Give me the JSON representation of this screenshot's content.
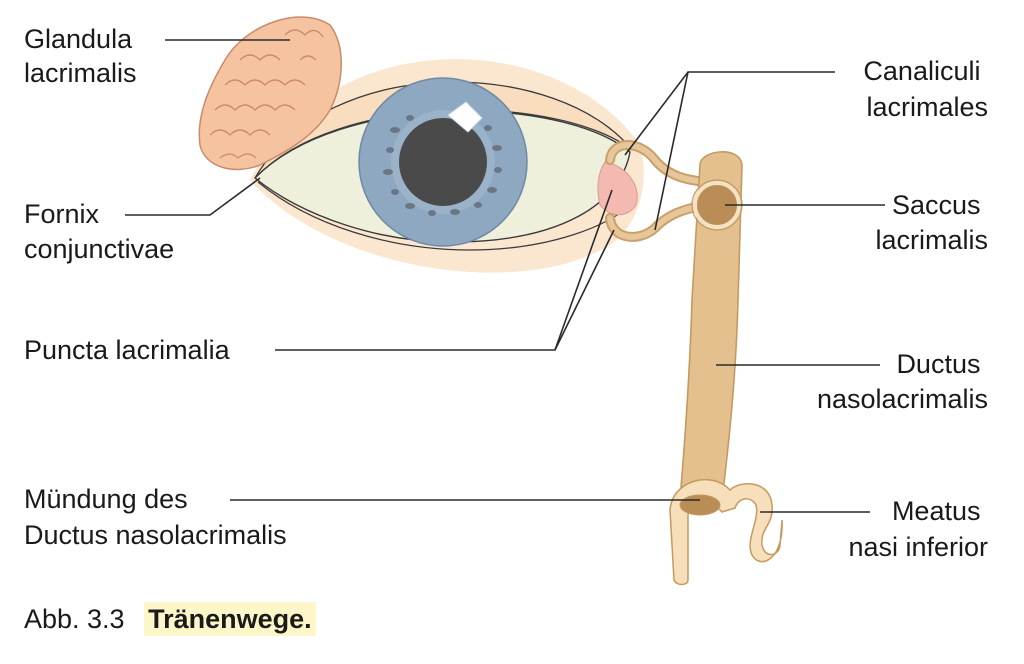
{
  "labels": {
    "glandula": [
      "Glandula",
      "lacrimalis"
    ],
    "fornix": [
      "Fornix",
      "conjunctivae"
    ],
    "puncta": [
      "Puncta lacrimalia"
    ],
    "muendung": [
      "Mündung des",
      "Ductus nasolacrimalis"
    ],
    "canaliculi": [
      "Canaliculi",
      "lacrimales"
    ],
    "saccus": [
      "Saccus",
      "lacrimalis"
    ],
    "ductus": [
      "Ductus",
      "nasolacrimalis"
    ],
    "meatus": [
      "Meatus",
      "nasi inferior"
    ]
  },
  "caption": {
    "number": "Abb. 3.3",
    "title": "Tränenwege."
  }
}
